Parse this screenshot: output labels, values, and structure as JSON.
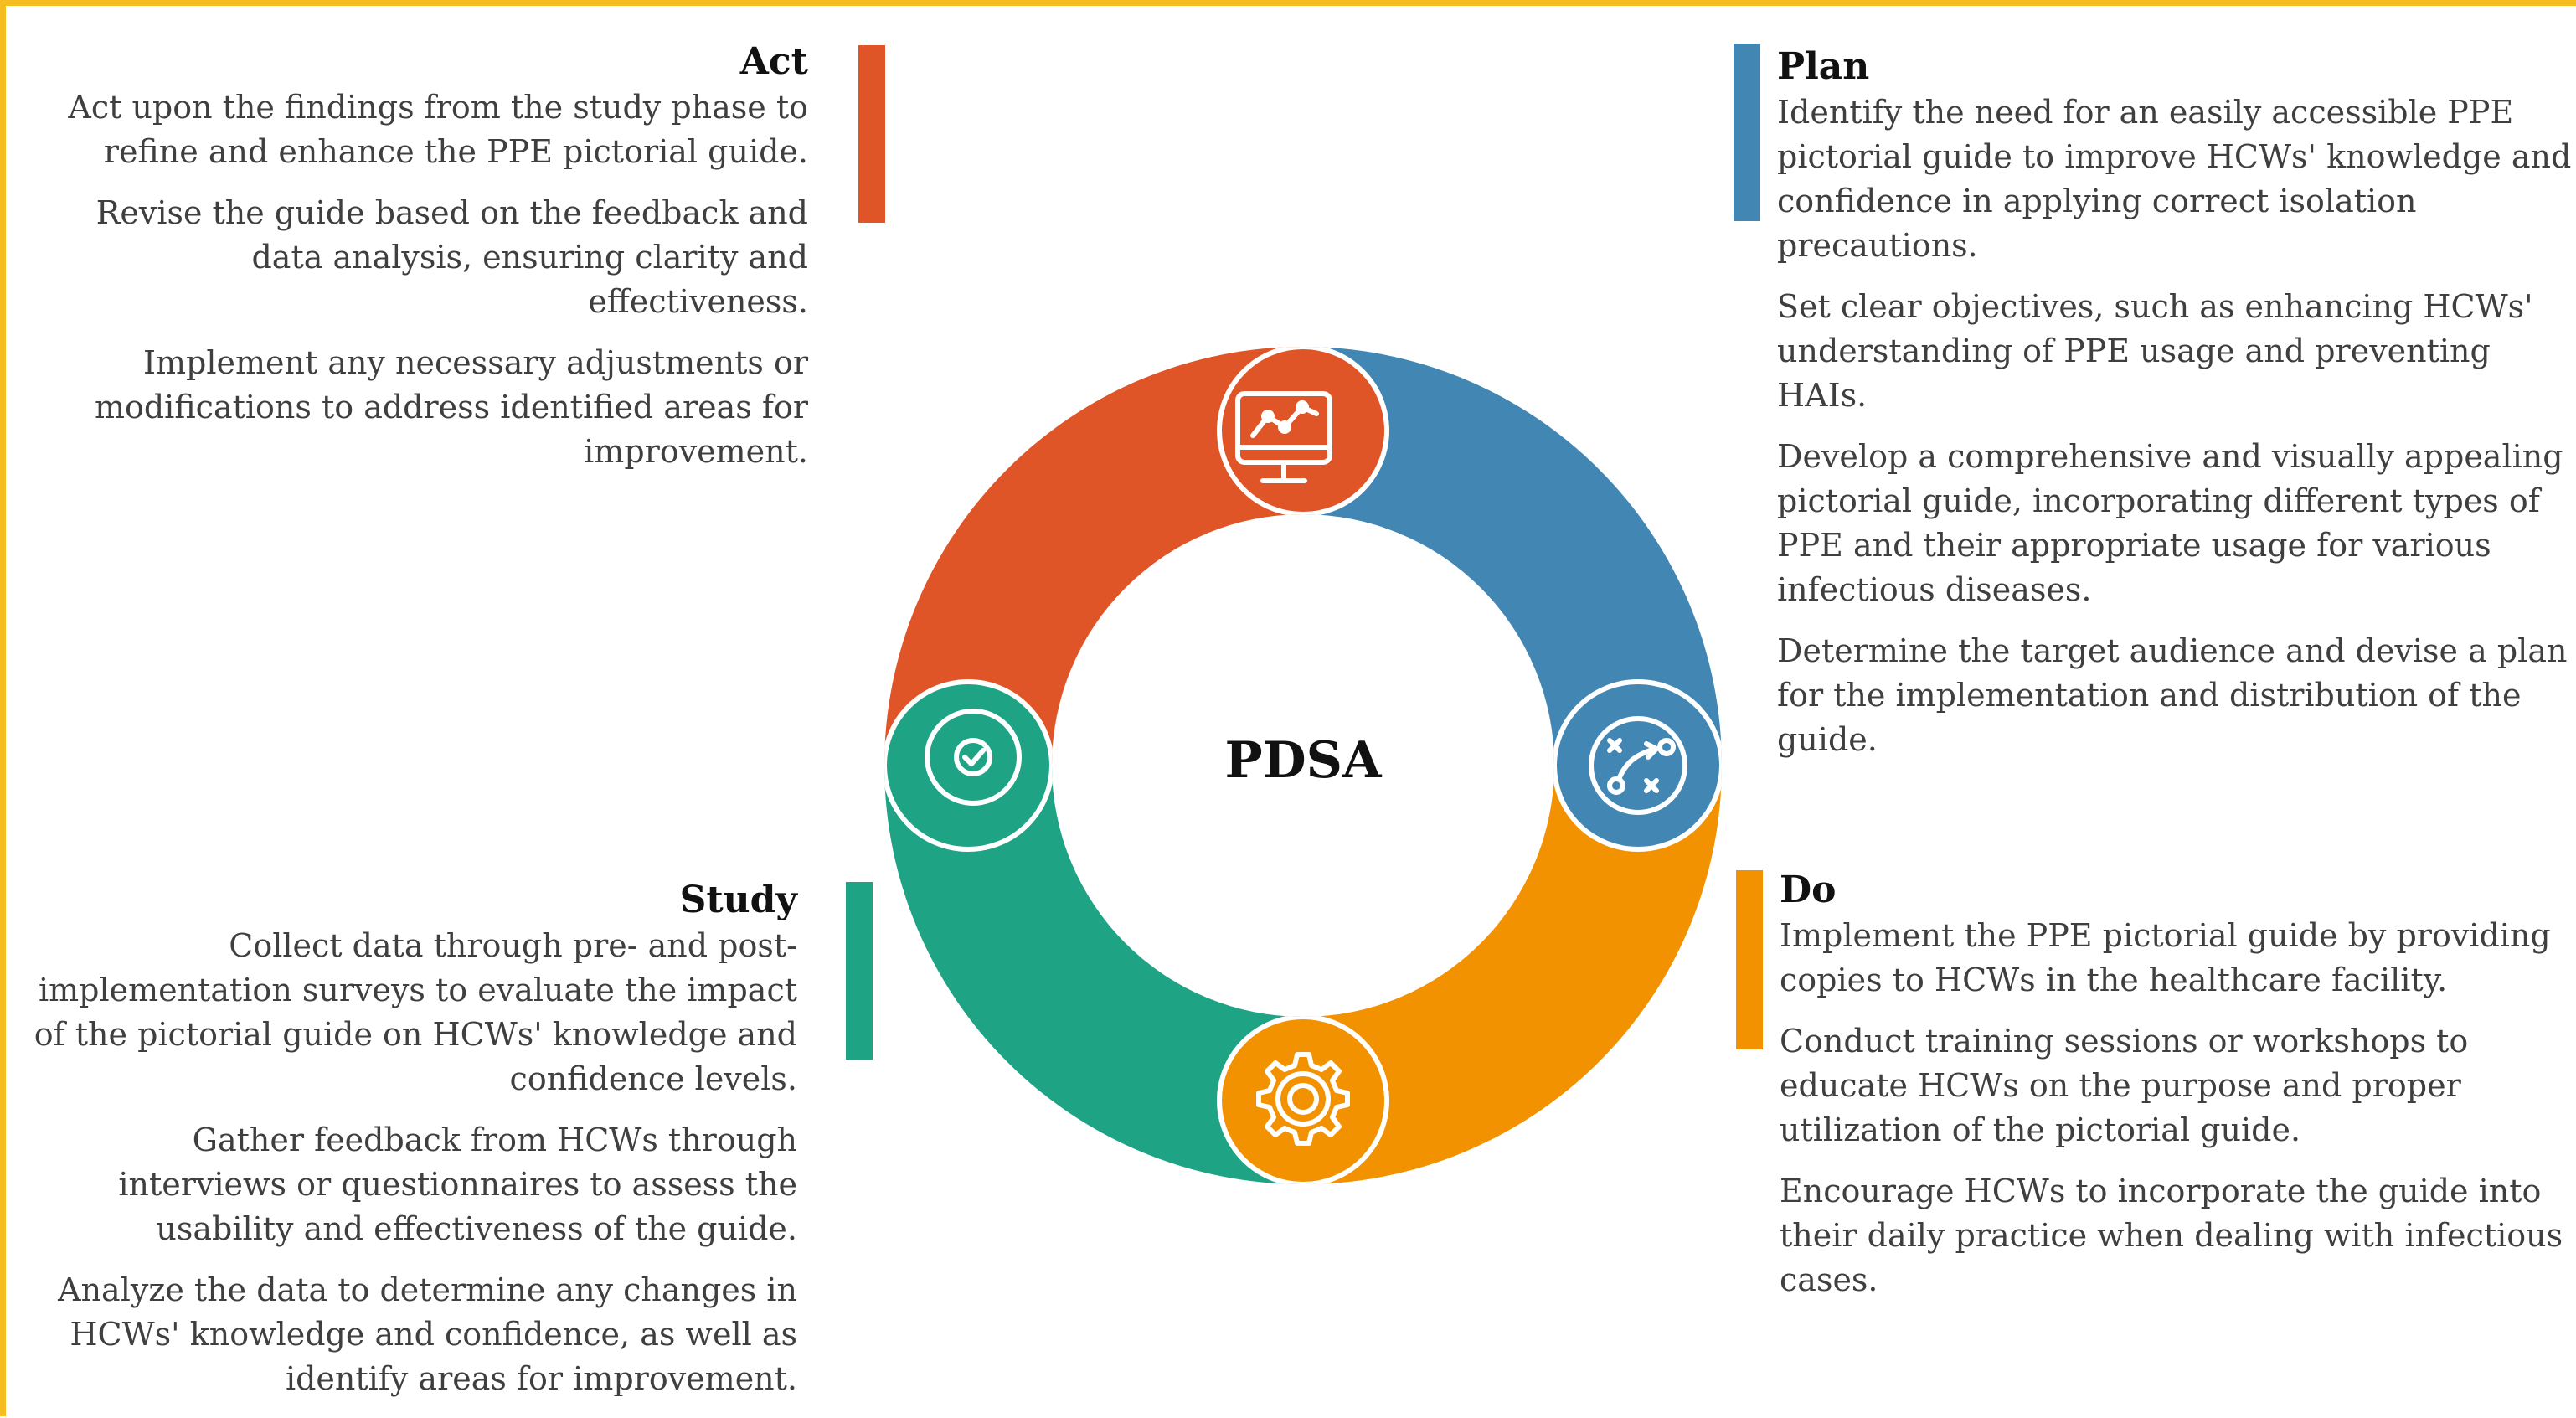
{
  "center_label": "PDSA",
  "colors": {
    "act": "#e05527",
    "plan": "#4287b4",
    "do": "#f39200",
    "study": "#1fa385",
    "frame": "#f5bd1f"
  },
  "act": {
    "title": "Act",
    "paragraphs": [
      "Act upon the findings from the study phase to refine and enhance the PPE pictorial guide.",
      "Revise the guide based on the feedback and data analysis, ensuring clarity and effectiveness.",
      "Implement any necessary adjustments or modifications to address identified areas for improvement."
    ],
    "icon": "monitor-chart-icon"
  },
  "plan": {
    "title": "Plan",
    "paragraphs": [
      "Identify the need for an easily accessible PPE pictorial guide to improve HCWs' knowledge and confidence in applying correct isolation precautions.",
      "Set clear objectives, such as enhancing HCWs' understanding of PPE usage and preventing HAIs.",
      "Develop a comprehensive and visually appealing pictorial guide, incorporating different types of PPE and their appropriate usage for various infectious diseases.",
      "Determine the target audience and devise a plan for the implementation and distribution of the guide."
    ],
    "icon": "strategy-icon"
  },
  "do": {
    "title": "Do",
    "paragraphs": [
      "Implement the PPE pictorial guide by providing copies to HCWs in the healthcare facility.",
      "Conduct training sessions or workshops to educate HCWs on the purpose and proper utilization of the pictorial guide.",
      "Encourage HCWs to incorporate the guide into their daily practice when dealing with infectious cases."
    ],
    "icon": "gear-icon"
  },
  "study": {
    "title": "Study",
    "paragraphs": [
      "Collect data through pre- and post-implementation surveys to evaluate the impact of the pictorial guide on HCWs' knowledge and confidence levels.",
      "Gather feedback from HCWs through interviews or questionnaires to assess the usability and effectiveness of the guide.",
      "Analyze the data to determine any changes in HCWs' knowledge and confidence, as well as identify areas for improvement."
    ],
    "icon": "check-circle-icon"
  }
}
